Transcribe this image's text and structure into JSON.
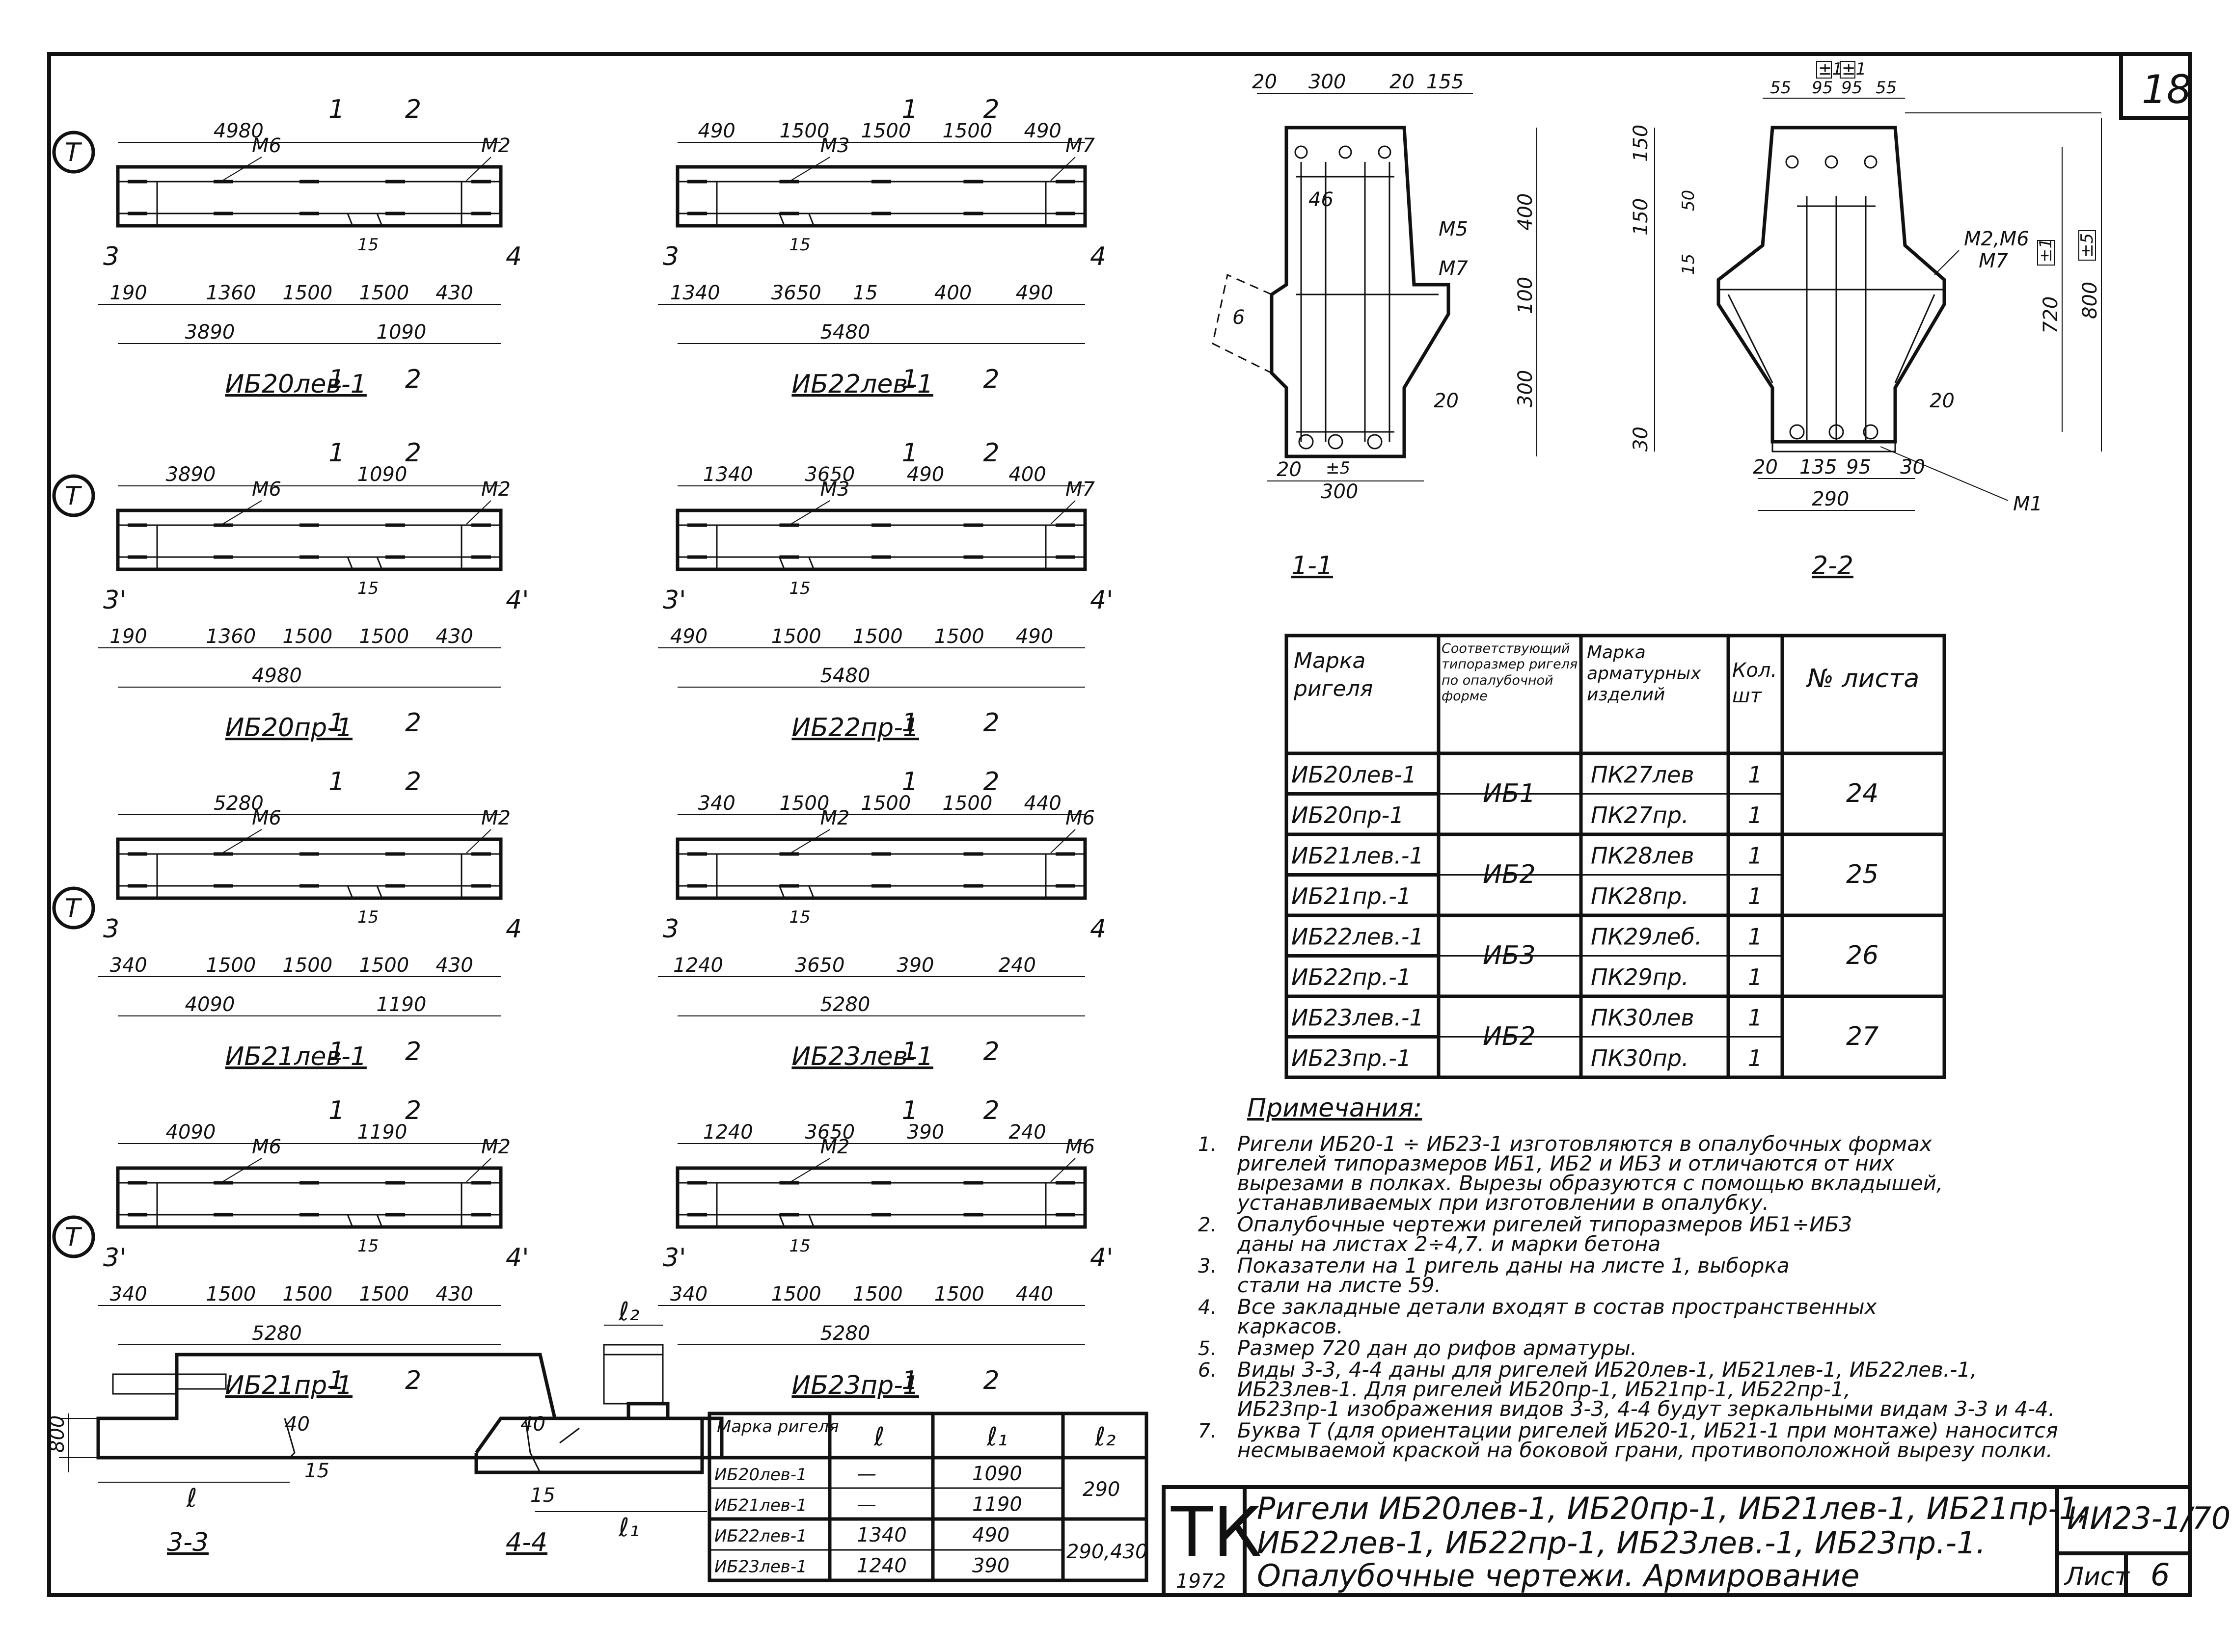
{
  "sheet_number": "18",
  "elevations": [
    {
      "id": "ub20lev",
      "title": "ИБ20лев-1",
      "top_dims": [
        "4980"
      ],
      "marks": [
        "М6",
        "М2"
      ],
      "bottom_dims": [
        "190",
        "1360",
        "1500",
        "1500",
        "430"
      ],
      "totals": [
        "3890",
        "1090"
      ]
    },
    {
      "id": "ub22lev",
      "title": "ИБ22лев-1",
      "top_dims": [
        "490",
        "1500",
        "1500",
        "1500",
        "490"
      ],
      "marks": [
        "М3",
        "М7"
      ],
      "bottom_dims": [
        "1340",
        "3650",
        "15",
        "400",
        "490"
      ],
      "totals": [
        "5480"
      ]
    },
    {
      "id": "ub20pr",
      "title": "ИБ20пр-1",
      "top_dims": [
        "3890",
        "1090"
      ],
      "marks": [
        "М6",
        "М2"
      ],
      "bottom_dims": [
        "190",
        "1360",
        "1500",
        "1500",
        "430"
      ],
      "totals": [
        "4980"
      ]
    },
    {
      "id": "ub22pr",
      "title": "ИБ22пр-1",
      "top_dims": [
        "1340",
        "3650",
        "490",
        "400"
      ],
      "marks": [
        "М3",
        "М7"
      ],
      "bottom_dims": [
        "490",
        "1500",
        "1500",
        "1500",
        "490"
      ],
      "totals": [
        "5480"
      ]
    },
    {
      "id": "ub21lev",
      "title": "ИБ21лев-1",
      "top_dims": [
        "5280"
      ],
      "marks": [
        "М6",
        "М2"
      ],
      "bottom_dims": [
        "340",
        "1500",
        "1500",
        "1500",
        "430"
      ],
      "totals": [
        "4090",
        "1190"
      ]
    },
    {
      "id": "ub23lev",
      "title": "ИБ23лев-1",
      "top_dims": [
        "340",
        "1500",
        "1500",
        "1500",
        "440"
      ],
      "marks": [
        "М2",
        "М6"
      ],
      "bottom_dims": [
        "1240",
        "3650",
        "390",
        "240"
      ],
      "totals": [
        "5280"
      ]
    },
    {
      "id": "ub21pr",
      "title": "ИБ21пр-1",
      "top_dims": [
        "4090",
        "1190"
      ],
      "marks": [
        "М6",
        "М2"
      ],
      "bottom_dims": [
        "340",
        "1500",
        "1500",
        "1500",
        "430"
      ],
      "totals": [
        "5280"
      ]
    },
    {
      "id": "ub23pr",
      "title": "ИБ23пр-1",
      "top_dims": [
        "1240",
        "3650",
        "390",
        "240"
      ],
      "marks": [
        "М2",
        "М6"
      ],
      "bottom_dims": [
        "340",
        "1500",
        "1500",
        "1500",
        "440"
      ],
      "totals": [
        "5280"
      ]
    }
  ],
  "section_marks": {
    "s1": "1",
    "s2": "2",
    "s3": "3",
    "s4": "4",
    "s3p": "3'",
    "s4p": "4'",
    "t": "Т",
    "fifteen": "15"
  },
  "section11": {
    "title": "1-1",
    "dims_top": [
      "20",
      "300",
      "20",
      "155"
    ],
    "dims_side": [
      "400",
      "100",
      "300"
    ],
    "dims_bottom": [
      "20",
      "±5",
      "300"
    ],
    "marks": [
      "М5",
      "М7",
      "20",
      "46",
      "6"
    ]
  },
  "section22": {
    "title": "2-2",
    "dims_top": [
      "55",
      "95",
      "95",
      "55",
      "±1",
      "±1"
    ],
    "dims_side": [
      "150",
      "150",
      "50",
      "15",
      "30"
    ],
    "dims_right": [
      "720",
      "800",
      "±5",
      "±1"
    ],
    "dims_bottom": [
      "20",
      "135",
      "95",
      "30",
      "290"
    ],
    "marks": [
      "М2,М6",
      "М7",
      "М1",
      "20"
    ]
  },
  "main_table": {
    "headers": [
      "Марка ригеля",
      "Соответствующий типоразмер ригеля по опалубочной форме",
      "Марка арматурных изделий",
      "Кол. шт",
      "№ листа"
    ],
    "rows": [
      {
        "mark": "ИБ20лев-1",
        "product": "ПК27лев",
        "qty": "1"
      },
      {
        "mark": "ИБ20пр-1",
        "product": "ПК27пр.",
        "qty": "1"
      },
      {
        "mark": "ИБ21лев.-1",
        "product": "ПК28лев",
        "qty": "1"
      },
      {
        "mark": "ИБ21пр.-1",
        "product": "ПК28пр.",
        "qty": "1"
      },
      {
        "mark": "ИБ22лев.-1",
        "product": "ПК29леб.",
        "qty": "1"
      },
      {
        "mark": "ИБ22пр.-1",
        "product": "ПК29пр.",
        "qty": "1"
      },
      {
        "mark": "ИБ23лев.-1",
        "product": "ПК30лев",
        "qty": "1"
      },
      {
        "mark": "ИБ23пр.-1",
        "product": "ПК30пр.",
        "qty": "1"
      }
    ],
    "groups": [
      {
        "type": "ИБ1",
        "sheet": "24"
      },
      {
        "type": "ИБ2",
        "sheet": "25"
      },
      {
        "type": "ИБ3",
        "sheet": "26"
      },
      {
        "type": "ИБ2",
        "sheet": "27"
      }
    ]
  },
  "notes": {
    "title": "Примечания:",
    "items": [
      {
        "n": "1.",
        "lines": [
          "Ригели ИБ20-1 ÷ ИБ23-1 изготовляются в опалубочных формах",
          "ригелей типоразмеров ИБ1, ИБ2 и ИБ3 и отличаются от них",
          "вырезами в полках. Вырезы образуются с помощью вкладышей,",
          "устанавливаемых при изготовлении в опалубку."
        ]
      },
      {
        "n": "2.",
        "lines": [
          "Опалубочные чертежи ригелей типоразмеров ИБ1÷ИБ3",
          "даны на листах 2÷4,7. и марки бетона"
        ]
      },
      {
        "n": "3.",
        "lines": [
          "Показатели на 1 ригель даны на листе 1, выборка",
          "стали на листе 59."
        ]
      },
      {
        "n": "4.",
        "lines": [
          "Все закладные детали входят в состав пространственных",
          "каркасов."
        ]
      },
      {
        "n": "5.",
        "lines": [
          "Размер 720 дан до рифов арматуры."
        ]
      },
      {
        "n": "6.",
        "lines": [
          "Виды 3-3, 4-4 даны для ригелей ИБ20лев-1, ИБ21лев-1, ИБ22лев.-1,",
          "ИБ23лев-1. Для ригелей ИБ20пр-1, ИБ21пр-1, ИБ22пр-1,",
          "ИБ23пр-1 изображения видов 3-3, 4-4 будут зеркальными видам 3-3 и 4-4."
        ]
      },
      {
        "n": "7.",
        "lines": [
          "Буква Т (для ориентации ригелей ИБ20-1, ИБ21-1 при монтаже) наносится",
          "несмываемой краской на боковой грани, противоположной вырезу полки."
        ]
      }
    ]
  },
  "views": {
    "v33": {
      "title": "3-3",
      "dims": [
        "800",
        "40",
        "15",
        "ℓ"
      ]
    },
    "v44": {
      "title": "4-4",
      "dims": [
        "40",
        "15",
        "ℓ₁",
        "ℓ₂"
      ]
    }
  },
  "small_table": {
    "headers": [
      "Марка ригеля",
      "ℓ",
      "ℓ₁",
      "ℓ₂"
    ],
    "rows": [
      {
        "mark": "ИБ20лев-1",
        "l": "—",
        "l1": "1090"
      },
      {
        "mark": "ИБ21лев-1",
        "l": "—",
        "l1": "1190"
      },
      {
        "mark": "ИБ22лев-1",
        "l": "1340",
        "l1": "490"
      },
      {
        "mark": "ИБ23лев-1",
        "l": "1240",
        "l1": "390"
      }
    ],
    "l2_groups": [
      "290",
      "290,430"
    ]
  },
  "title_block": {
    "logo": "ТК",
    "year": "1972",
    "line1": "Ригели ИБ20лев-1, ИБ20пр-1, ИБ21лев-1, ИБ21пр-1,",
    "line2": "ИБ22лев-1, ИБ22пр-1, ИБ23лев.-1, ИБ23пр.-1.",
    "line3": "Опалубочные чертежи. Армирование",
    "code": "ИИ23-1/70",
    "sheet_label": "Лист",
    "sheet_no": "6"
  }
}
